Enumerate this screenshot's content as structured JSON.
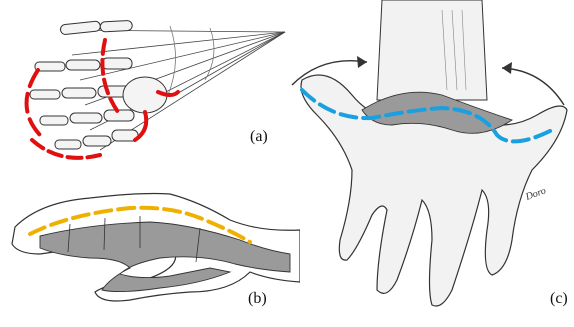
{
  "figure": {
    "panels": [
      {
        "id": "a",
        "label": "(a)"
      },
      {
        "id": "b",
        "label": "(b)"
      },
      {
        "id": "c",
        "label": "(c)"
      }
    ],
    "signature": "Doro",
    "colors": {
      "red_lines": "#e01010",
      "orange_line": "#f0b000",
      "blue_line": "#1aa0e0",
      "gray_fill": "#9a9a9a",
      "stroke": "#333333"
    }
  }
}
